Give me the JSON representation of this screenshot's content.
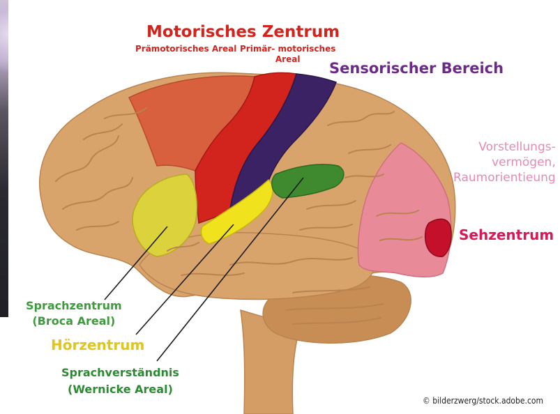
{
  "title": "Motorisches Zentrum",
  "motor_sub": {
    "premotor": "Prämotorisches Areal",
    "primary_line1": "Primär- motorisches",
    "primary_line2": "Areal"
  },
  "labels": {
    "sensory": "Sensorischer Bereich",
    "imagination_line1": "Vorstellungs-",
    "imagination_line2": "vermögen,",
    "imagination_line3": "Raumorientieung",
    "visual": "Sehzentrum",
    "broca_line1": "Sprachzentrum",
    "broca_line2": "(Broca Areal)",
    "auditory": "Hörzentrum",
    "wernicke_line1": "Sprachverständnis",
    "wernicke_line2": "(Wernicke Areal)"
  },
  "credit": "© bilderzwerg/stock.adobe.com",
  "colors": {
    "brain": "#d8a46c",
    "brain_dark": "#b9834f",
    "motor_red": "#d2231d",
    "premotor": "#d9603f",
    "sensory_purple": "#3b2264",
    "broca_yellow": "#dcd23c",
    "auditory_yellow": "#f0e21c",
    "wernicke_green": "#3f8a2e",
    "imagination_pink": "#e88a98",
    "visual_red": "#c4102a",
    "cerebellum": "#c88d55",
    "stem": "#d49d66"
  }
}
